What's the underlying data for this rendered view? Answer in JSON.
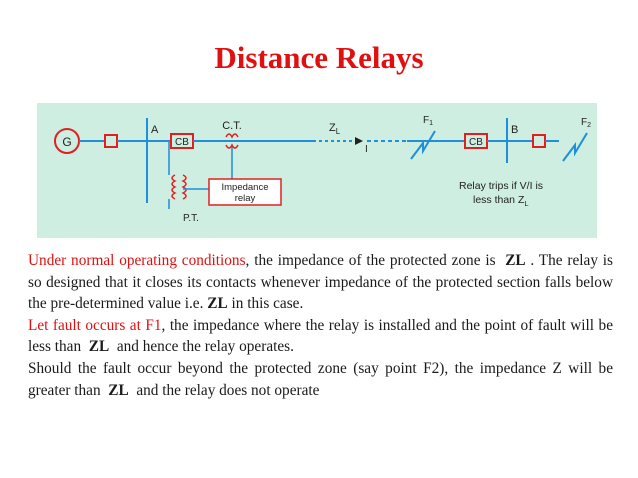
{
  "title": "Distance Relays",
  "diagram": {
    "generator": "G",
    "bus_a": "A",
    "cb_a": "CB",
    "ct": "C.T.",
    "line_impedance": "Z",
    "line_impedance_sub": "L",
    "current": "I",
    "fault_1": "F",
    "fault_1_sub": "1",
    "bus_b": "B",
    "cb_b": "CB",
    "fault_2": "F",
    "fault_2_sub": "2",
    "relay_line1": "Impedance",
    "relay_line2": "relay",
    "pt": "P.T.",
    "trip_line1": "Relay trips if V/I is",
    "trip_line2": "less than Z",
    "trip_sub": "L",
    "colors": {
      "line": "#1e8fd8",
      "highlight": "#e02020",
      "background": "#cdeee0"
    }
  },
  "paragraphs": {
    "p1": {
      "red": "Under normal operating conditions",
      "t1": ", the impedance of the protected zone is",
      "zl": "ZL",
      "t2": ". The relay is so designed that it closes its contacts whenever impedance of the protected section falls below the pre-determined value i.e.",
      "zl2": "ZL",
      "t3": "in this case."
    },
    "p2": {
      "red": "Let fault occurs at F1",
      "t1": ", the impedance where the relay is installed and the point of fault will be less than",
      "zl": "ZL",
      "t2": "and hence the relay operates."
    },
    "p3": {
      "t1": "Should the fault occur beyond the protected zone (say point F2), the impedance Z will be greater than",
      "zl": "ZL",
      "t2": "and the relay does not operate"
    }
  }
}
